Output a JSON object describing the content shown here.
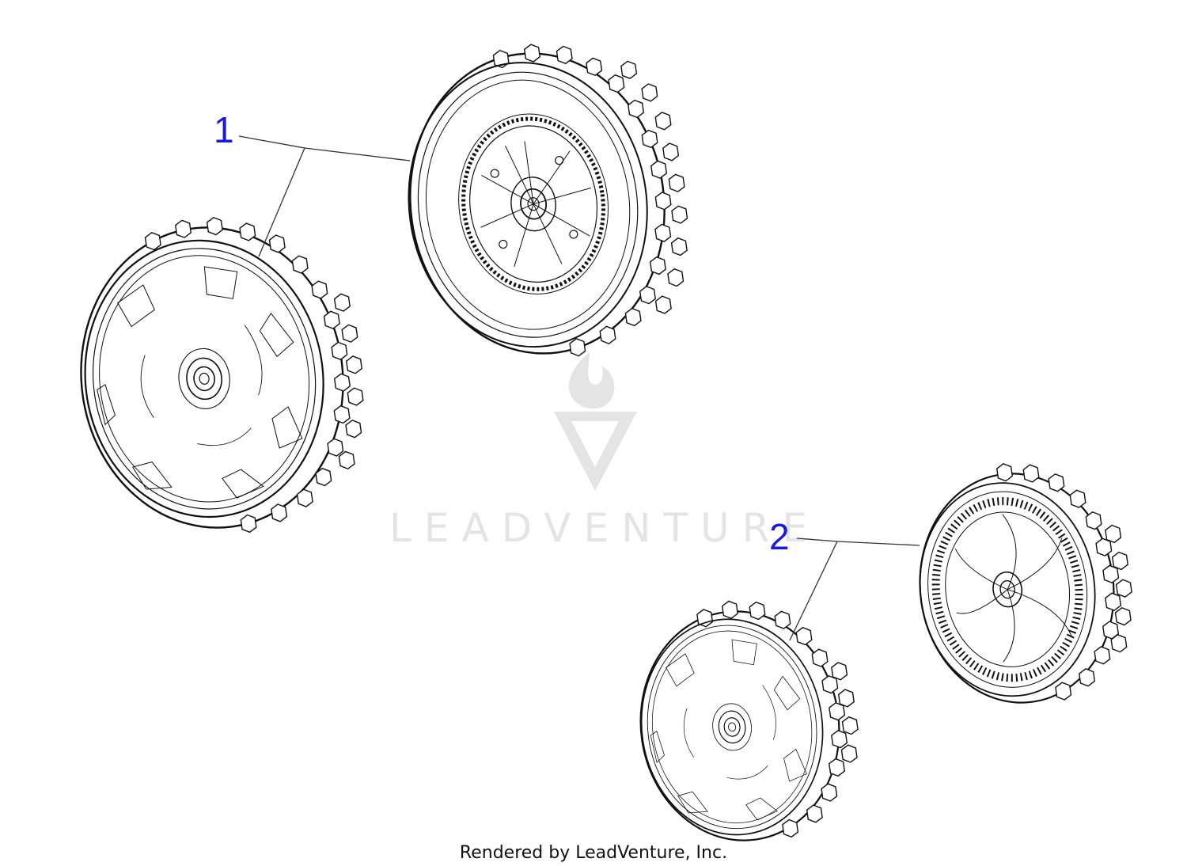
{
  "callouts": [
    {
      "label": "1"
    },
    {
      "label": "2"
    }
  ],
  "watermark": {
    "brand": "LEADVENTURE"
  },
  "footer": {
    "credit": "Rendered by LeadVenture, Inc."
  },
  "colors": {
    "callout": "#1a1adc",
    "linework": "#111111",
    "watermark": "#e4e4e4"
  }
}
